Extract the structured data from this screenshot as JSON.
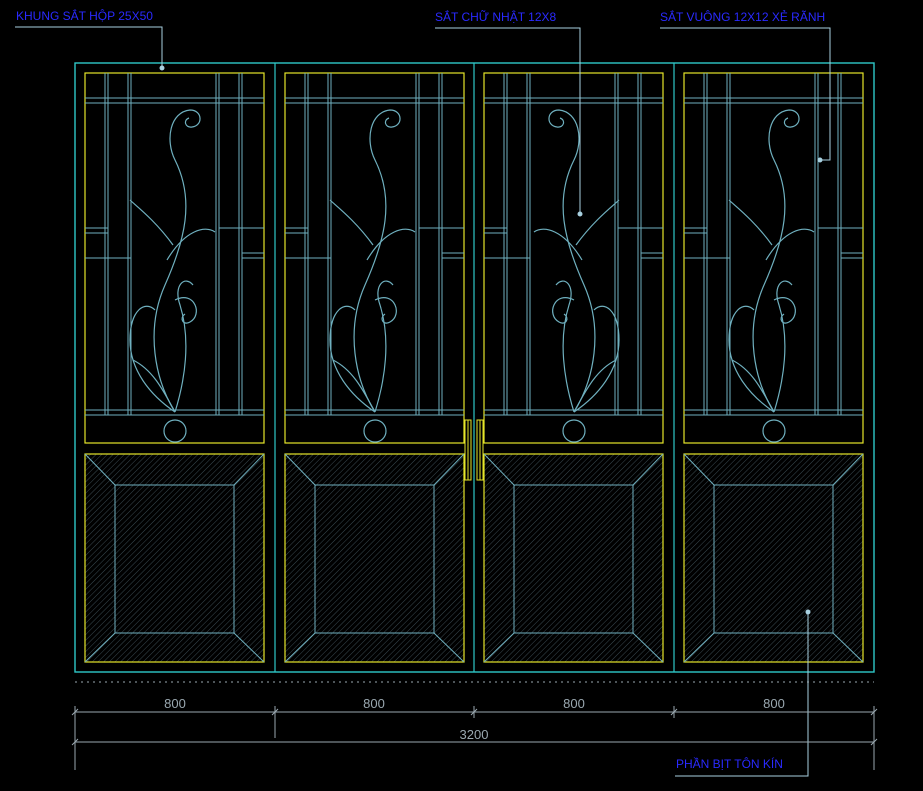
{
  "labels": {
    "frame": "KHUNG SẮT HỘP 25X50",
    "flat_bar": "SẮT CHỮ NHẬT 12X8",
    "square_bar": "SẮT VUÔNG 12X12 XẺ RÃNH",
    "panel": "PHẦN BỊT TÔN KÍN"
  },
  "dimensions": {
    "panel_widths": [
      "800",
      "800",
      "800",
      "800"
    ],
    "total": "3200"
  },
  "colors": {
    "background": "#000000",
    "frame": "#2fc7c7",
    "panel": "#e6e62a",
    "ornament": "#6fb0bf",
    "label": "#2a2aff",
    "leader": "#a8d0e0",
    "dimension": "#9aa8b0",
    "hatch": "#3a4a52"
  }
}
